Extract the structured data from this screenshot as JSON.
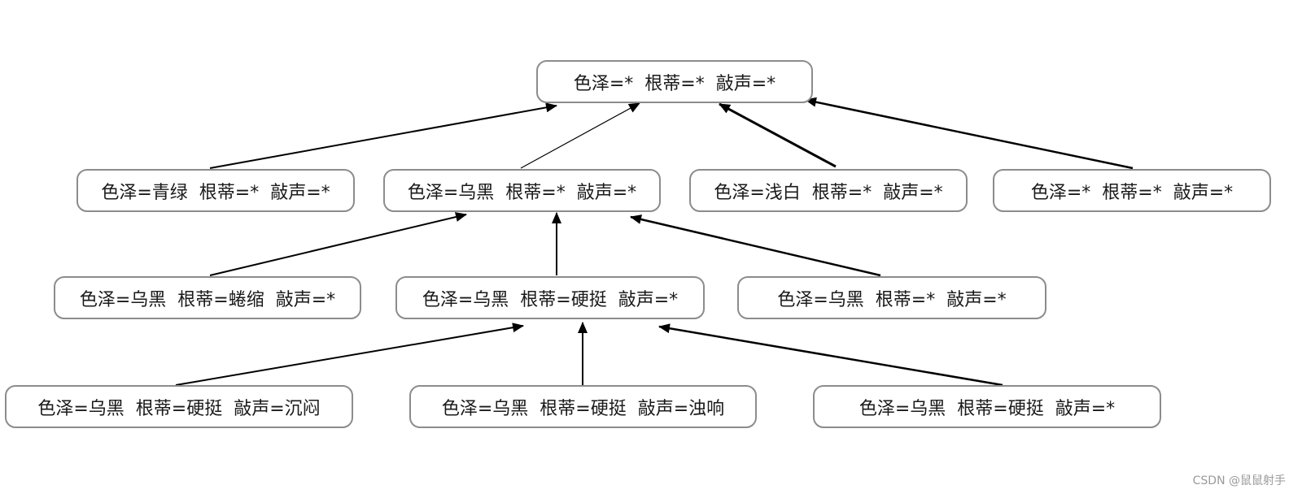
{
  "nodes": {
    "root": "色泽=*  根蒂=*  敲声=*",
    "l1_qinglv": "色泽=青绿  根蒂=*  敲声=*",
    "l1_wuhei": "色泽=乌黑  根蒂=*  敲声=*",
    "l1_qianbai": "色泽=浅白  根蒂=*  敲声=*",
    "l1_any": "色泽=*  根蒂=*  敲声=*",
    "l2_quansuo": "色泽=乌黑  根蒂=蜷缩  敲声=*",
    "l2_yingting": "色泽=乌黑  根蒂=硬挺  敲声=*",
    "l2_any": "色泽=乌黑  根蒂=*  敲声=*",
    "l3_chenmen": "色泽=乌黑  根蒂=硬挺  敲声=沉闷",
    "l3_zhuoxiang": "色泽=乌黑  根蒂=硬挺  敲声=浊响",
    "l3_any": "色泽=乌黑  根蒂=硬挺  敲声=*"
  },
  "watermark": "CSDN @鼠鼠射手",
  "colors": {
    "node_border": "#8c8c8c",
    "edge": "#000000",
    "text": "#1a1a1a"
  }
}
